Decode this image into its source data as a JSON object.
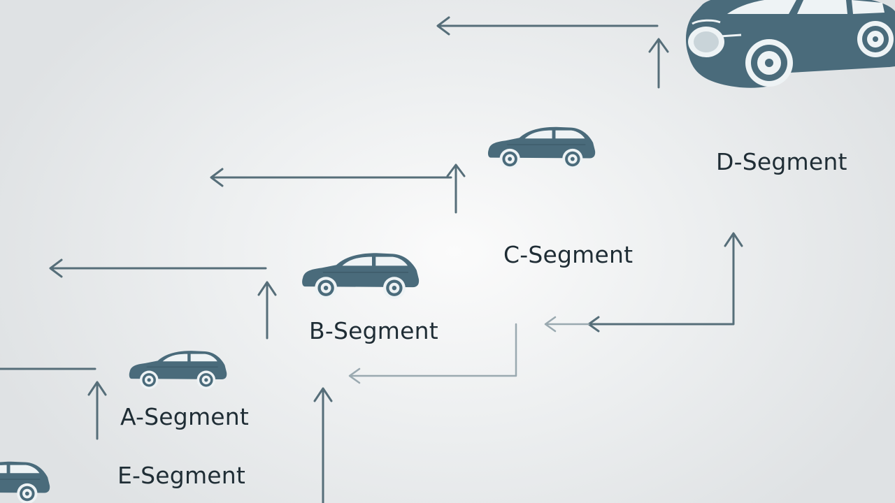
{
  "segments": {
    "a": {
      "label": "A-Segment"
    },
    "b": {
      "label": "B-Segment"
    },
    "c": {
      "label": "C-Segment"
    },
    "d": {
      "label": "D-Segment"
    },
    "e": {
      "label": "E-Segment"
    }
  },
  "colors": {
    "car_body": "#4a6b7b",
    "car_dark": "#3b5866",
    "window": "#eef3f5",
    "arrow_dark": "#566e79",
    "arrow_light": "#9aa9b0",
    "text": "#1f2d35"
  },
  "icons": [
    "car-icon",
    "arrow-left-icon",
    "arrow-up-icon"
  ]
}
